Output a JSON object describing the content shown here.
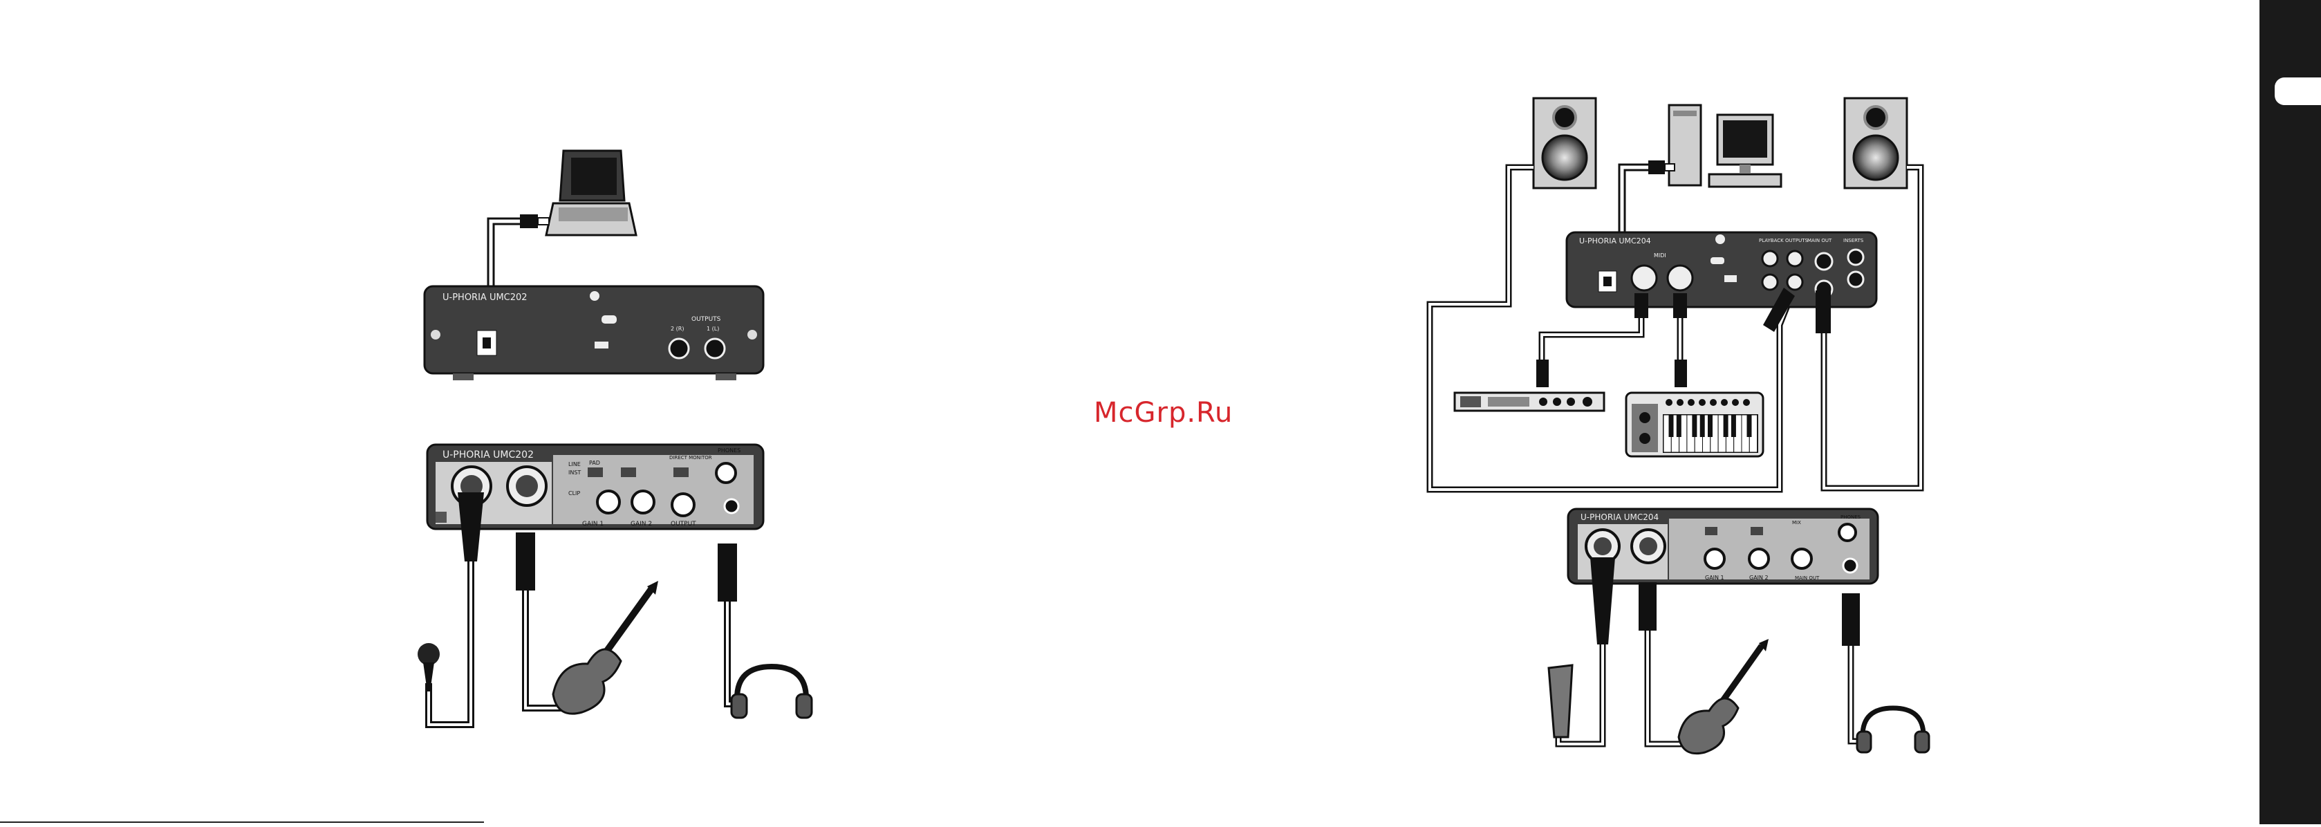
{
  "left_diagram": {
    "rear_panel": {
      "brand_model": "U-PHORIA UMC202",
      "outputs_label": "OUTPUTS",
      "output_l": "2 (R)",
      "output_r": "1 (L)"
    },
    "front_panel": {
      "brand_model": "U-PHORIA UMC202",
      "line_label": "LINE",
      "inst_label": "INST",
      "pad_label": "PAD",
      "clip_label": "CLIP",
      "gain1_label": "GAIN 1",
      "gain2_label": "GAIN 2",
      "direct_monitor_label": "DIRECT MONITOR",
      "phones_label": "PHONES",
      "output_label": "OUTPUT"
    }
  },
  "right_diagram": {
    "rear_panel": {
      "brand_model": "U-PHORIA UMC204",
      "midi_label": "MIDI",
      "playback_outputs_label": "PLAYBACK OUTPUTS",
      "main_out_label": "MAIN OUT",
      "inserts_label": "INSERTS"
    },
    "front_panel": {
      "brand_model": "U-PHORIA UMC204",
      "gain1_label": "GAIN 1",
      "gain2_label": "GAIN 2",
      "main_out_label": "MAIN OUT",
      "phones_label": "PHONES",
      "mix_label": "MIX"
    }
  },
  "watermark": "McGrp.Ru",
  "colors": {
    "panel_dark": "#3a3a3a",
    "panel_mid": "#bdbdbd",
    "watermark": "#d7262c",
    "side_bar": "#1a1a1a"
  }
}
